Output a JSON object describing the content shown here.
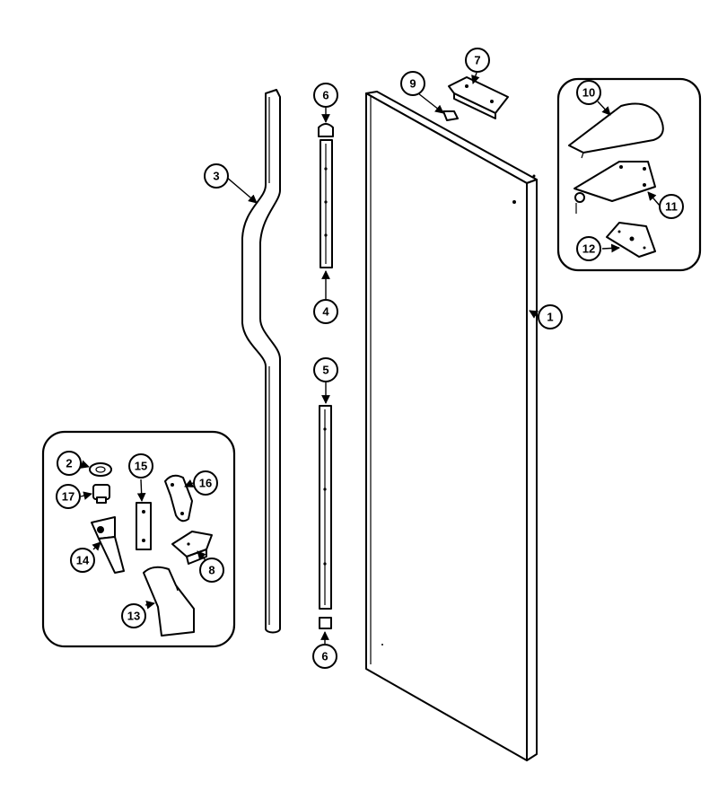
{
  "callouts": {
    "c1": "1",
    "c2": "2",
    "c3": "3",
    "c4": "4",
    "c5": "5",
    "c6_top": "6",
    "c6_bottom": "6",
    "c7": "7",
    "c8": "8",
    "c9": "9",
    "c10": "10",
    "c11": "11",
    "c12": "12",
    "c13": "13",
    "c14": "14",
    "c15": "15",
    "c16": "16",
    "c17": "17"
  }
}
